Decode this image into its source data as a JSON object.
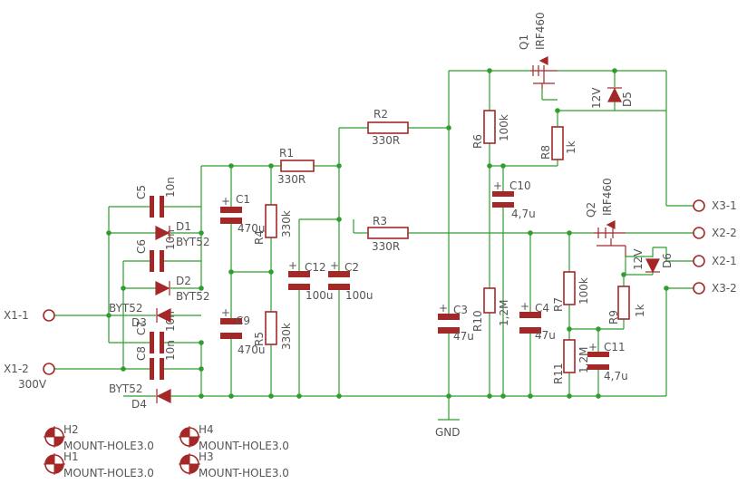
{
  "components": {
    "r1": {
      "name": "R1",
      "value": "330R"
    },
    "r2": {
      "name": "R2",
      "value": "330R"
    },
    "r3": {
      "name": "R3",
      "value": "330R"
    },
    "r4": {
      "name": "R4",
      "value": "330k"
    },
    "r5": {
      "name": "R5",
      "value": "330k"
    },
    "r6": {
      "name": "R6",
      "value": "100k"
    },
    "r7": {
      "name": "R7",
      "value": "100k"
    },
    "r8": {
      "name": "R8",
      "value": "1k"
    },
    "r9": {
      "name": "R9",
      "value": "1k"
    },
    "r10": {
      "name": "R10",
      "value": "1,2M"
    },
    "r11": {
      "name": "R11",
      "value": "1,2M"
    },
    "c1": {
      "name": "C1",
      "value": "470u"
    },
    "c2": {
      "name": "C2",
      "value": "100u"
    },
    "c3": {
      "name": "C3",
      "value": "47u"
    },
    "c4": {
      "name": "C4",
      "value": "47u"
    },
    "c5": {
      "name": "C5",
      "value": "10n"
    },
    "c6": {
      "name": "C6",
      "value": "10n"
    },
    "c7": {
      "name": "C7",
      "value": "10n"
    },
    "c8": {
      "name": "C8",
      "value": "10n"
    },
    "c9": {
      "name": "C9",
      "value": "470u"
    },
    "c10": {
      "name": "C10",
      "value": "4,7u"
    },
    "c11": {
      "name": "C11",
      "value": "4,7u"
    },
    "c12": {
      "name": "C12",
      "value": "100u"
    },
    "d1": {
      "name": "D1",
      "value": "BYT52"
    },
    "d2": {
      "name": "D2",
      "value": "BYT52"
    },
    "d3": {
      "name": "D3",
      "value": "BYT52"
    },
    "d4": {
      "name": "D4",
      "value": "BYT52"
    },
    "d5": {
      "name": "D5",
      "value": "12V"
    },
    "d6": {
      "name": "D6",
      "value": "12V"
    },
    "q1": {
      "name": "Q1",
      "value": "IRF460"
    },
    "q2": {
      "name": "Q2",
      "value": "IRF460"
    }
  },
  "connectors": {
    "x1_1": "X1-1",
    "x1_2": "X1-2",
    "x1_2_note": "300V",
    "x2_1": "X2-1",
    "x2_2": "X2-2",
    "x3_1": "X3-1",
    "x3_2": "X3-2"
  },
  "ground": "GND",
  "holes": {
    "h1": {
      "name": "H1",
      "value": "MOUNT-HOLE3.0"
    },
    "h2": {
      "name": "H2",
      "value": "MOUNT-HOLE3.0"
    },
    "h3": {
      "name": "H3",
      "value": "MOUNT-HOLE3.0"
    },
    "h4": {
      "name": "H4",
      "value": "MOUNT-HOLE3.0"
    }
  },
  "colors": {
    "wire": "#2e9e2e",
    "symbol": "#a52828",
    "text": "#555555",
    "background": "#ffffff"
  }
}
